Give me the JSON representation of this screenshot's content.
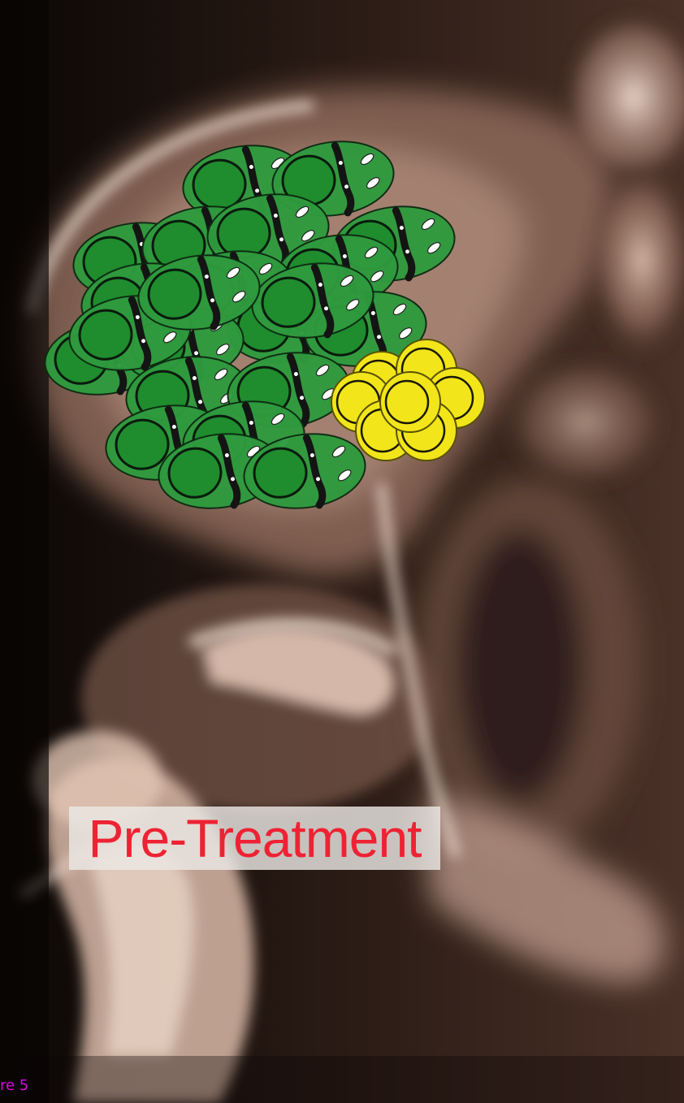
{
  "image": {
    "description_tags": [
      "pelvis-xray",
      "cell-cluster-overlay"
    ],
    "palette": {
      "background_dark": "#0a0604",
      "bone_light": "#e8cdbd",
      "bone_mid": "#a88170",
      "green_cell_fill": "#2f9a3e",
      "green_cell_nucleus": "#1f8c2e",
      "yellow_cell_fill": "#f2e51a",
      "label_text": "#ee2233",
      "caption_text": "#e000e0"
    }
  },
  "overlay_label": {
    "text": "Pre-Treatment"
  },
  "corner_caption": {
    "text": "re 5"
  },
  "cells": {
    "green_count": 22,
    "yellow_count": 7
  }
}
